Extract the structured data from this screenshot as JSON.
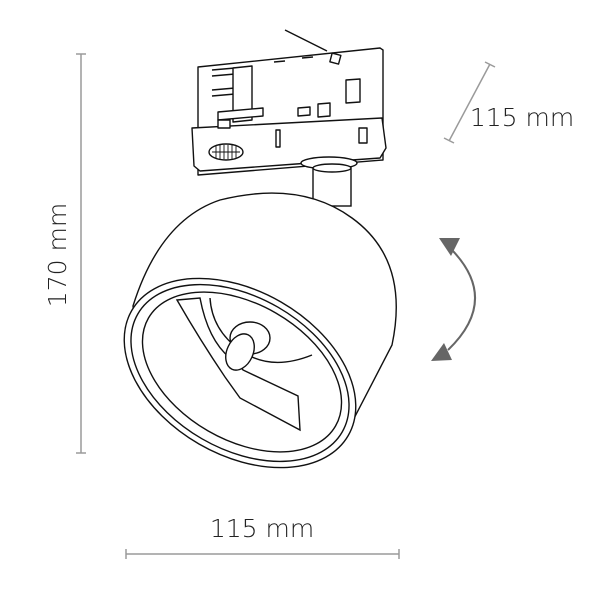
{
  "diagram": {
    "subject": "Track spotlight with 3-phase adapter",
    "dimensions": {
      "height": {
        "label": "170 mm",
        "orientation": "vertical"
      },
      "width": {
        "label": "115 mm",
        "orientation": "horizontal"
      },
      "depth": {
        "label": "115 mm",
        "orientation": "diagonal"
      }
    },
    "rotation_indicator": {
      "description": "curved double-headed arrow indicating tilt"
    },
    "colors": {
      "line": "#111111",
      "dimension_line": "#9a9a9a",
      "arrow": "#666666",
      "text": "#222222",
      "background": "#ffffff"
    }
  }
}
